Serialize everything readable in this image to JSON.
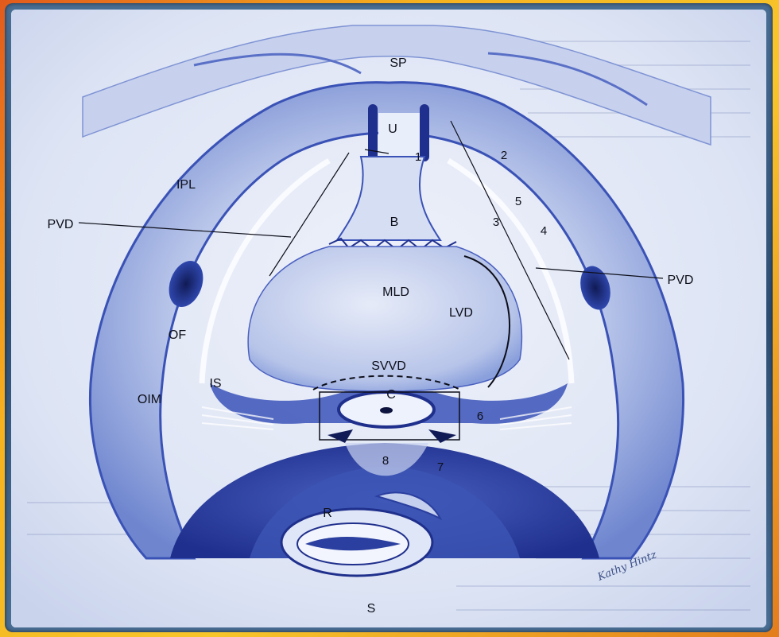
{
  "figure": {
    "labels": {
      "sp": "SP",
      "u": "U",
      "one": "1",
      "two": "2",
      "three": "3",
      "four": "4",
      "five": "5",
      "six": "6",
      "seven": "7",
      "eight": "8",
      "ipl": "IPL",
      "pvd_left": "PVD",
      "pvd_right": "PVD",
      "b": "B",
      "mld": "MLD",
      "lvd": "LVD",
      "of": "OF",
      "oim": "OIM",
      "is": "IS",
      "svvd": "SVVD",
      "c": "C",
      "r": "R",
      "s": "S"
    },
    "signature": "Kathy Hintz",
    "colors": {
      "frame_orange": "#f5a31a",
      "frame_blue": "#2e4f74",
      "paper": "#e4e9f6",
      "ink_blue": "#3c55b4",
      "dark_blue": "#1e2f8c"
    }
  }
}
